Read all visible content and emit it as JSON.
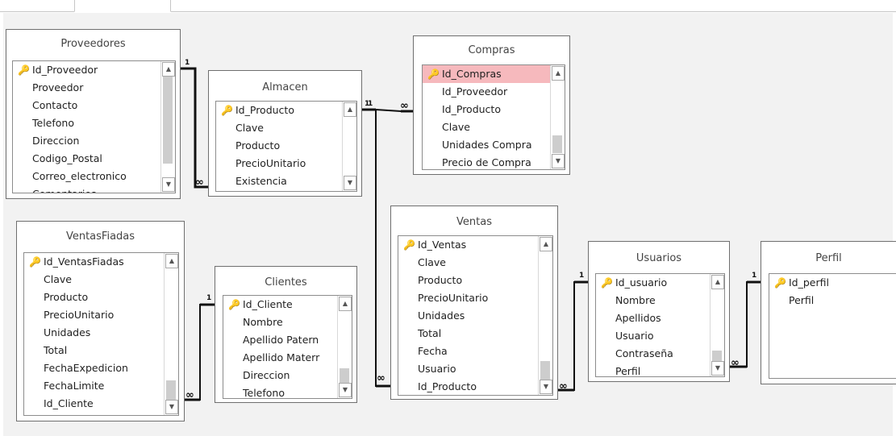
{
  "tables": {
    "proveedores": {
      "title": "Proveedores",
      "fields": [
        "Id_Proveedor",
        "Proveedor",
        "Contacto",
        "Telefono",
        "Direccion",
        "Codigo_Postal",
        "Correo_electronico",
        "Comentarios"
      ]
    },
    "almacen": {
      "title": "Almacen",
      "fields": [
        "Id_Producto",
        "Clave",
        "Producto",
        "PrecioUnitario",
        "Existencia"
      ]
    },
    "compras": {
      "title": "Compras",
      "fields": [
        "Id_Compras",
        "Id_Proveedor",
        "Id_Producto",
        "Clave",
        "Unidades Compra",
        "Precio de Compra"
      ]
    },
    "ventasfiadas": {
      "title": "VentasFiadas",
      "fields": [
        "Id_VentasFiadas",
        "Clave",
        "Producto",
        "PrecioUnitario",
        "Unidades",
        "Total",
        "FechaExpedicion",
        "FechaLimite",
        "Id_Cliente"
      ]
    },
    "clientes": {
      "title": "Clientes",
      "fields": [
        "Id_Cliente",
        "Nombre",
        "Apellido Patern",
        "Apellido Materr",
        "Direccion",
        "Telefono"
      ]
    },
    "ventas": {
      "title": "Ventas",
      "fields": [
        "Id_Ventas",
        "Clave",
        "Producto",
        "PrecioUnitario",
        "Unidades",
        "Total",
        "Fecha",
        "Usuario",
        "Id_Producto"
      ]
    },
    "usuarios": {
      "title": "Usuarios",
      "fields": [
        "Id_usuario",
        "Nombre",
        "Apellidos",
        "Usuario",
        "Contraseña",
        "Perfil"
      ]
    },
    "perfil": {
      "title": "Perfil",
      "fields": [
        "Id_perfil",
        "Perfil"
      ]
    }
  },
  "cardinality": {
    "one": "1",
    "many": "∞"
  },
  "icons": {
    "key": "key-icon",
    "scroll_up": "scroll-up-arrow-icon",
    "scroll_down": "scroll-down-arrow-icon"
  },
  "colors": {
    "selected_row": "#f6b9bd",
    "key": "#c9a21b",
    "canvas": "#f2f2f2"
  }
}
